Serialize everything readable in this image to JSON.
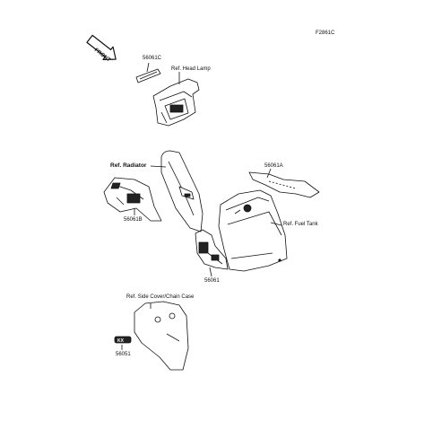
{
  "figure_code": "F2861C",
  "front_arrow": {
    "label": "FRONT",
    "icon": "front-arrow-icon"
  },
  "labels": {
    "p56061C": "56061C",
    "ref_head_lamp": "Ref. Head Lamp",
    "ref_radiator": "Ref. Radiator",
    "p56061A": "56061A",
    "p56061B": "56061B",
    "ref_fuel_tank": "Ref. Fuel Tank",
    "p56061": "56061",
    "ref_side_cover": "Ref. Side Cover/Chain Case",
    "p56051": "56051"
  }
}
